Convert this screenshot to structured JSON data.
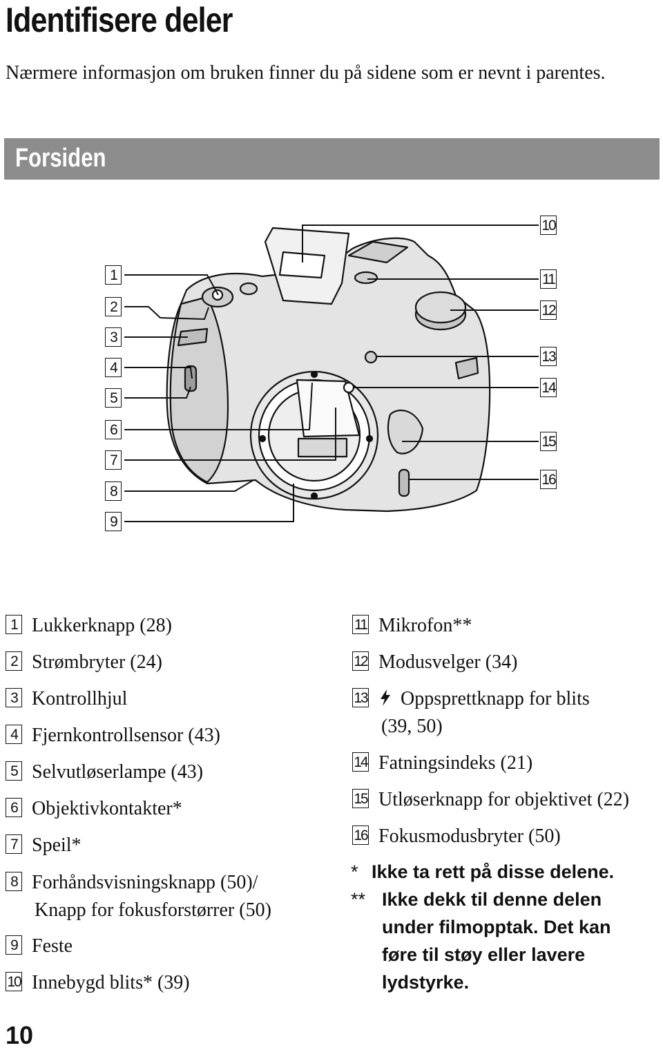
{
  "page": {
    "title": "Identifisere deler",
    "intro": "Nærmere informasjon om bruken finner du på sidene som er nevnt i parentes.",
    "section": "Forsiden",
    "page_number": "10"
  },
  "callouts": [
    "1",
    "2",
    "3",
    "4",
    "5",
    "6",
    "7",
    "8",
    "9",
    "10",
    "11",
    "12",
    "13",
    "14",
    "15",
    "16"
  ],
  "legend_left": [
    {
      "num": "1",
      "text": "Lukkerknapp (28)"
    },
    {
      "num": "2",
      "text": "Strømbryter (24)"
    },
    {
      "num": "3",
      "text": "Kontrollhjul"
    },
    {
      "num": "4",
      "text": "Fjernkontrollsensor (43)"
    },
    {
      "num": "5",
      "text": "Selvutløserlampe (43)"
    },
    {
      "num": "6",
      "text": "Objektivkontakter*"
    },
    {
      "num": "7",
      "text": "Speil*"
    },
    {
      "num": "8",
      "text": "Forhåndsvisningsknapp (50)/",
      "cont": "Knapp for fokusforstørrer (50)"
    },
    {
      "num": "9",
      "text": "Feste"
    },
    {
      "num": "10",
      "text": "Innebygd blits* (39)"
    }
  ],
  "legend_right": [
    {
      "num": "11",
      "text": "Mikrofon**"
    },
    {
      "num": "12",
      "text": "Modusvelger (34)"
    },
    {
      "num": "13",
      "icon": "flash-icon",
      "text": "Oppsprettknapp for blits",
      "cont": "(39, 50)"
    },
    {
      "num": "14",
      "text": "Fatningsindeks (21)"
    },
    {
      "num": "15",
      "text": "Utløserknapp for objektivet (22)"
    },
    {
      "num": "16",
      "text": "Fokusmodusbryter (50)"
    }
  ],
  "notes": [
    {
      "mark": "*",
      "lines": [
        "Ikke ta rett på disse delene."
      ]
    },
    {
      "mark": "**",
      "lines": [
        "Ikke dekk til denne delen",
        "under filmopptak. Det kan",
        "føre til støy eller lavere",
        "lydstyrke."
      ]
    }
  ]
}
